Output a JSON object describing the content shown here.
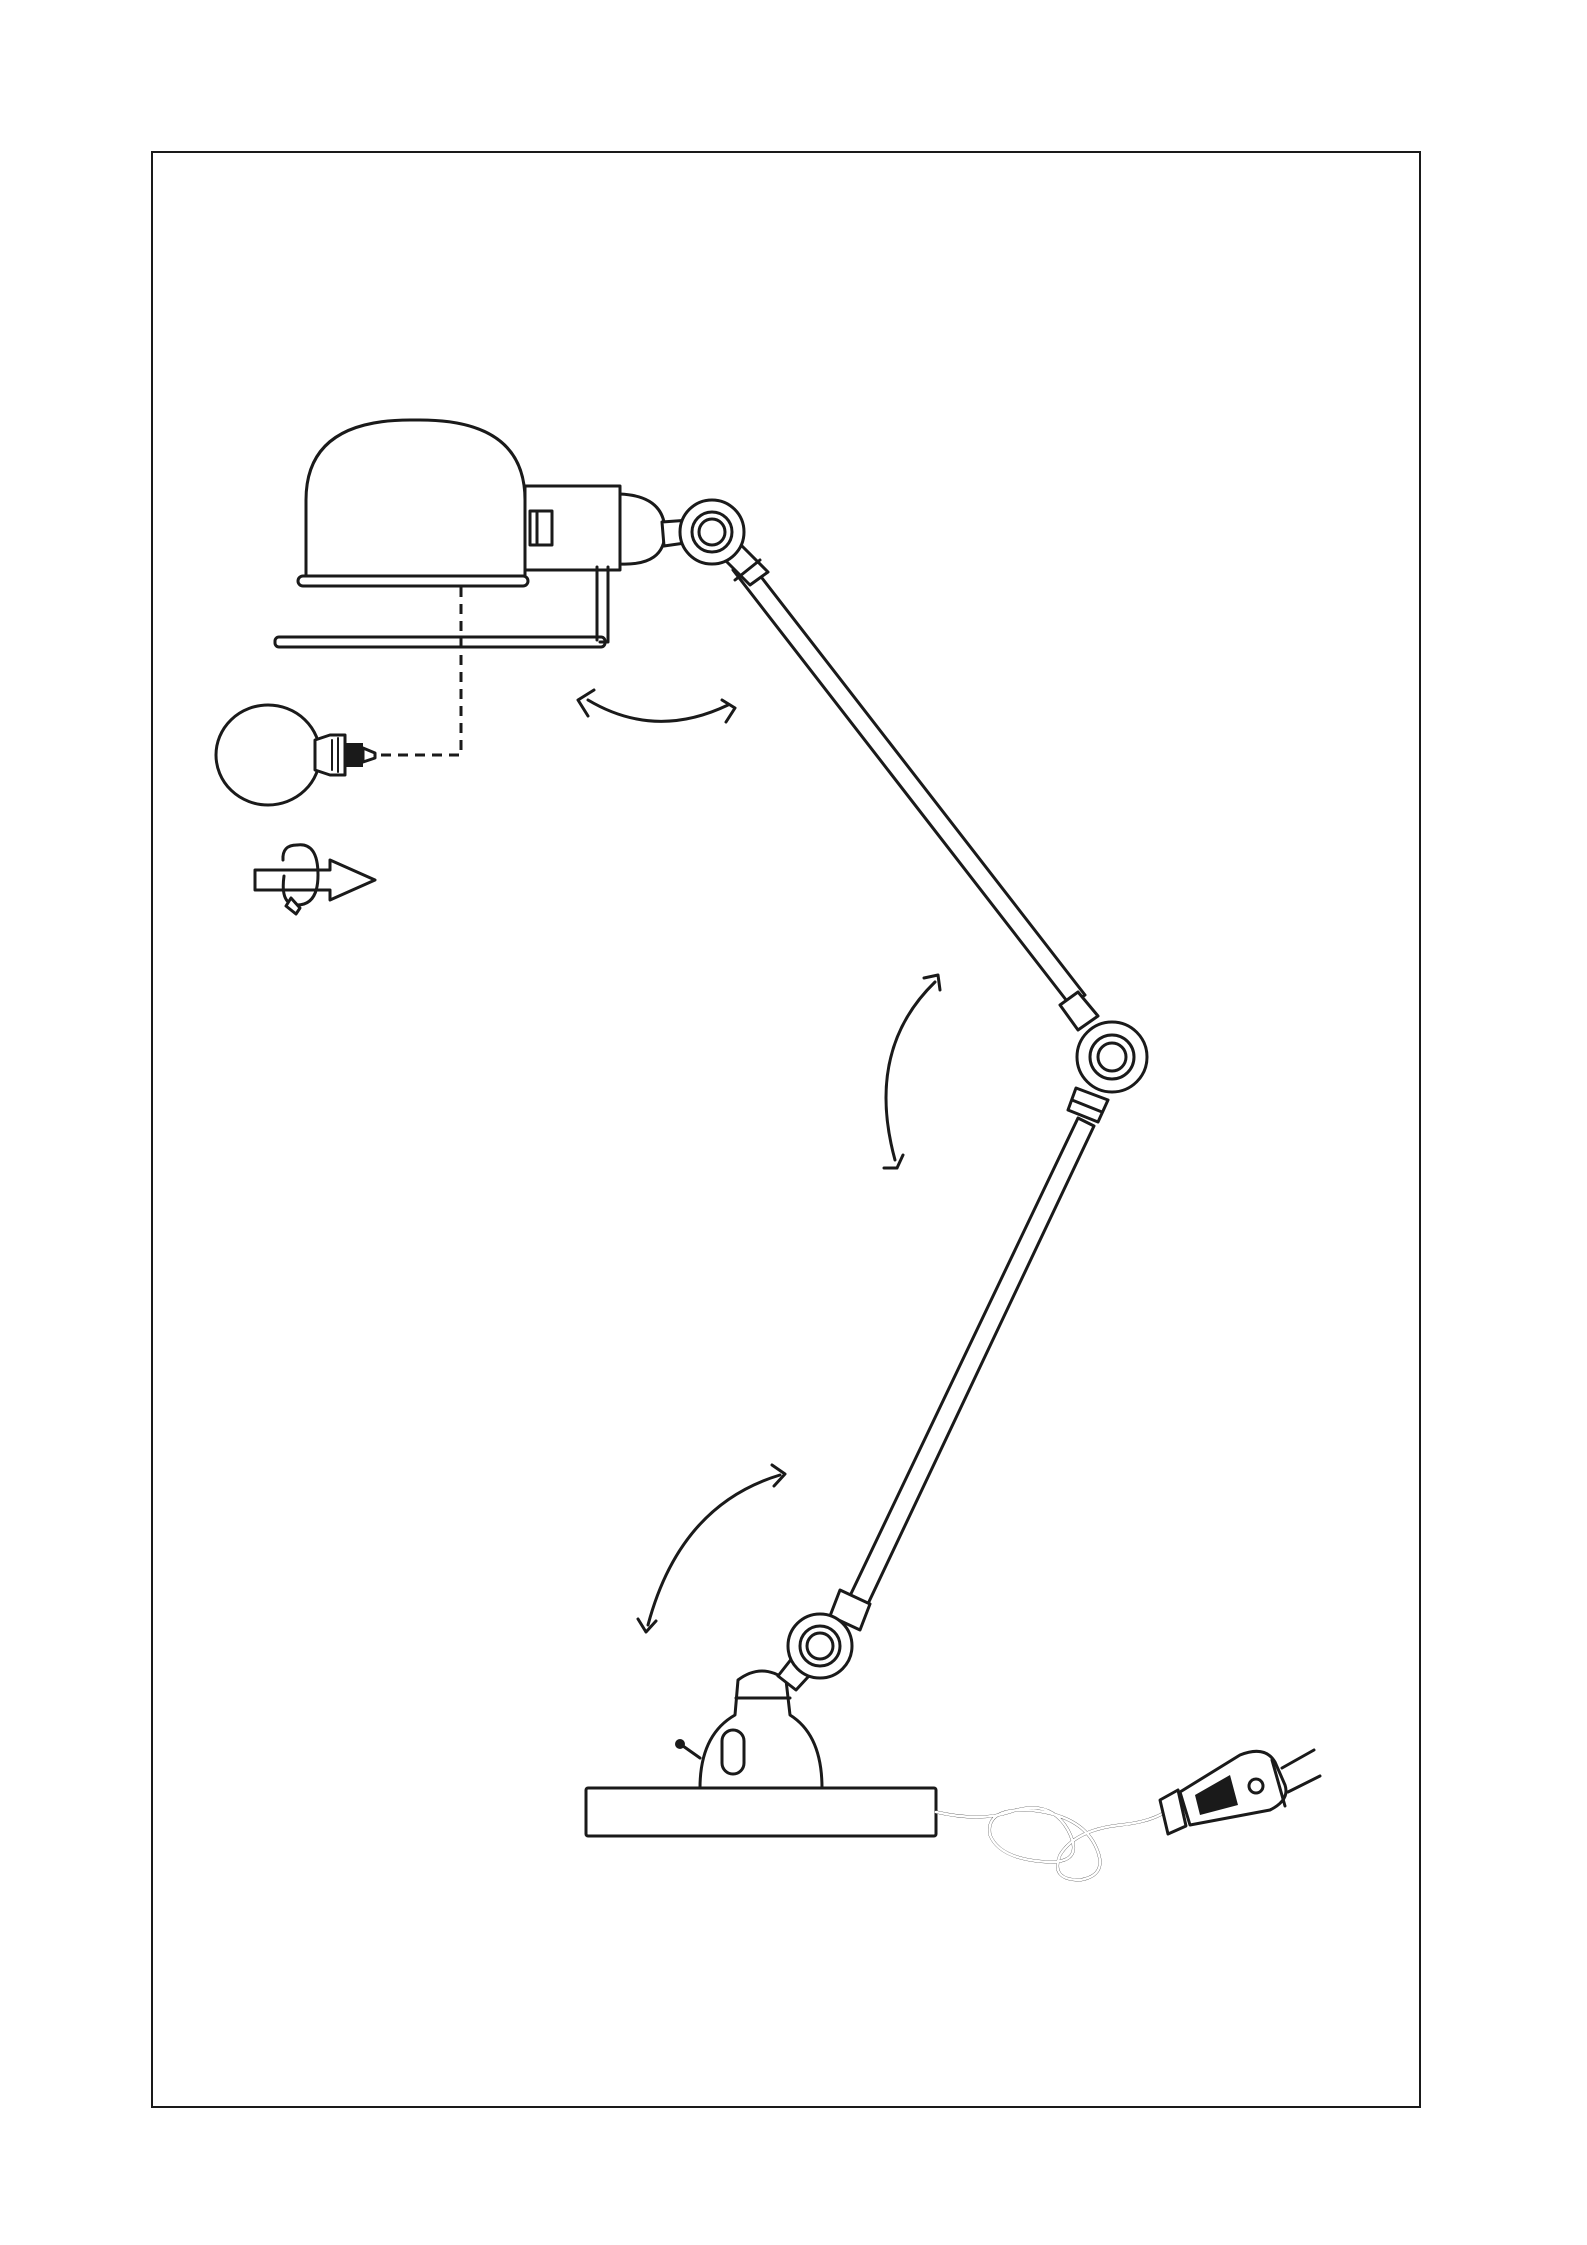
{
  "figure": {
    "stroke_color": "#1a1a1a",
    "background_color": "#ffffff",
    "components": [
      "frame",
      "lamp-shade",
      "light-bulb",
      "screw-in-rotation",
      "upper-arm",
      "lower-arm",
      "base",
      "power-cord",
      "plug",
      "rotation-arrows"
    ]
  }
}
